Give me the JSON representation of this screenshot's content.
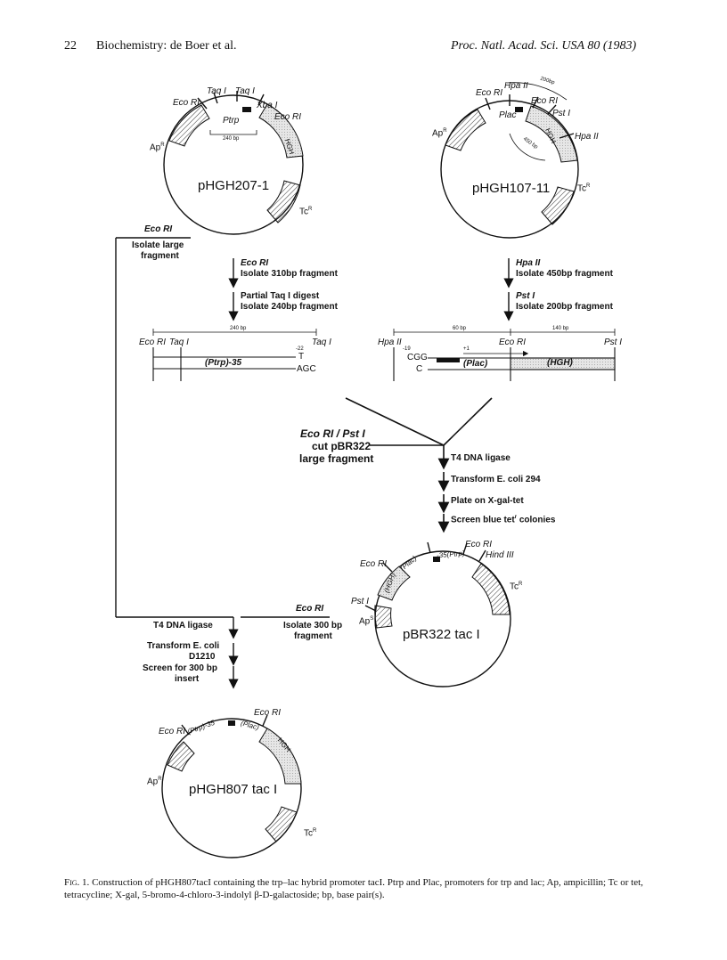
{
  "header": {
    "page_number": "22",
    "section": "Biochemistry: de Boer et al.",
    "journal": "Proc. Natl. Acad. Sci. USA 80 (1983)"
  },
  "plasmid1": {
    "name": "pHGH207-1",
    "ecori_left": "Eco RI",
    "taqi_1": "Taq I",
    "taqi_2": "Taq I",
    "xbai": "Xba I",
    "ecori_right": "Eco RI",
    "ptrp": "Ptrp",
    "size": "240 bp",
    "hgh": "HGH",
    "apr": "Ap",
    "apr_sup": "R",
    "tcr": "Tc",
    "tcr_sup": "R"
  },
  "plasmid2": {
    "name": "pHGH107-11",
    "ecori_left": "Eco RI",
    "hpaii_top": "Hpa II",
    "ecori_right": "Eco RI",
    "psti": "Pst I",
    "hpaii_right": "Hpa II",
    "plac": "Plac",
    "hgh": "HGH",
    "size_200": "200bp",
    "size_450": "450 bp",
    "apr": "Ap",
    "apr_sup": "R",
    "tcr": "Tc",
    "tcr_sup": "R"
  },
  "left_branch": {
    "ecori": "Eco RI",
    "isolate_large_1": "Isolate large",
    "isolate_large_2": "fragment",
    "step1_enzyme": "Eco RI",
    "step1_text": "Isolate 310bp fragment",
    "step2_text": "Partial Taq I digest",
    "step2_text2": "Isolate 240bp fragment"
  },
  "right_branch": {
    "step1_enzyme": "Hpa II",
    "step1_text": "Isolate 450bp fragment",
    "step2_enzyme": "Pst I",
    "step2_text": "Isolate 200bp fragment"
  },
  "fragment1": {
    "size": "240 bp",
    "ecori": "Eco RI",
    "taqi": "Taq I",
    "taqi_right": "Taq I",
    "minus22": "-22",
    "ptrp": "(Ptrp)-35",
    "t": "T",
    "agc": "AGC"
  },
  "fragment2": {
    "size_60": "60 bp",
    "size_140": "140 bp",
    "hpaii": "Hpa II",
    "minus19": "-19",
    "plus1": "+1",
    "ecori": "Eco RI",
    "psti": "Pst I",
    "cgg": "CGG",
    "c": "C",
    "plac": "(Plac)",
    "hgh": "(HGH)"
  },
  "ligation": {
    "cut_1": "Eco RI / Pst I",
    "cut_2": "cut pBR322",
    "cut_3": "large fragment",
    "step1": "T4 DNA ligase",
    "step2": "Transform E. coli 294",
    "step3": "Plate on X-gal-tet",
    "step4": "Screen blue tet",
    "step4_sup": "r",
    "step4_end": "colonies"
  },
  "plasmid3": {
    "name": "pBR322 tac I",
    "ecori_top": "Eco RI",
    "hindiii": "Hind III",
    "ecori_left": "Eco RI",
    "psti": "Pst I",
    "hgh": "(HGH)",
    "plac": "(Plac)",
    "ptrp": "-35(Ptrp)",
    "aps": "Ap",
    "aps_sup": "S",
    "tcr": "Tc",
    "tcr_sup": "R"
  },
  "final_steps": {
    "ecori": "Eco RI",
    "isolate_1": "Isolate 300 bp",
    "isolate_2": "fragment",
    "t4": "T4 DNA ligase",
    "transform": "Transform E. coli",
    "d1210": "D1210",
    "screen_1": "Screen for 300 bp",
    "screen_2": "insert"
  },
  "plasmid4": {
    "name": "pHGH807 tac I",
    "ecori_left": "Eco RI",
    "ecori_right": "Eco RI",
    "ptrp": "(Ptrp)-35",
    "plac": "(Plac)",
    "hgh": "HGH",
    "apr": "Ap",
    "apr_sup": "R",
    "tcr": "Tc",
    "tcr_sup": "R"
  },
  "caption": {
    "label": "Fig. 1.",
    "text": "Construction of pHGH807tacI containing the trp–lac hybrid promoter tacI. Ptrp and Plac, promoters for trp and lac; Ap, ampicillin; Tc or tet, tetracycline; X-gal, 5-bromo-4-chloro-3-indolyl β-D-galactoside; bp, base pair(s)."
  }
}
